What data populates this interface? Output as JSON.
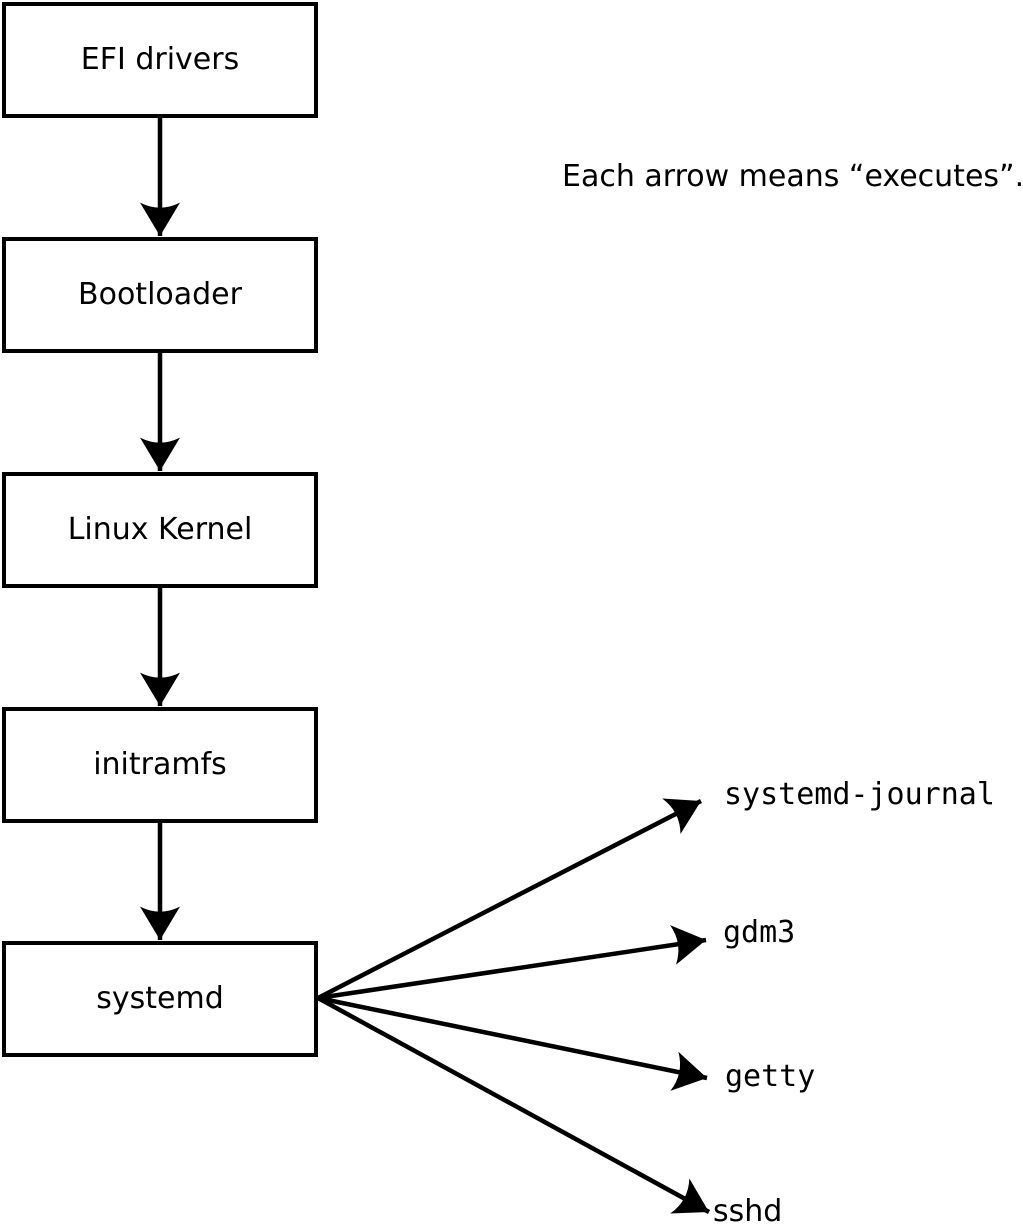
{
  "note": {
    "text": "Each arrow means “executes”."
  },
  "boxes": [
    {
      "label": "EFI drivers"
    },
    {
      "label": "Bootloader"
    },
    {
      "label": "Linux Kernel"
    },
    {
      "label": "initramfs"
    },
    {
      "label": "systemd"
    }
  ],
  "targets": [
    {
      "label": "systemd-journal"
    },
    {
      "label": "gdm3"
    },
    {
      "label": "getty"
    },
    {
      "label": "sshd"
    }
  ],
  "arrows": {
    "meaning": "executes",
    "chain": [
      "EFI drivers -> Bootloader",
      "Bootloader -> Linux Kernel",
      "Linux Kernel -> initramfs",
      "initramfs -> systemd"
    ],
    "fanout": [
      "systemd -> systemd-journal",
      "systemd -> gdm3",
      "systemd -> getty",
      "systemd -> sshd"
    ]
  },
  "colors": {
    "line": "#000000",
    "background": "#ffffff",
    "box_fill": "#ffffff"
  }
}
